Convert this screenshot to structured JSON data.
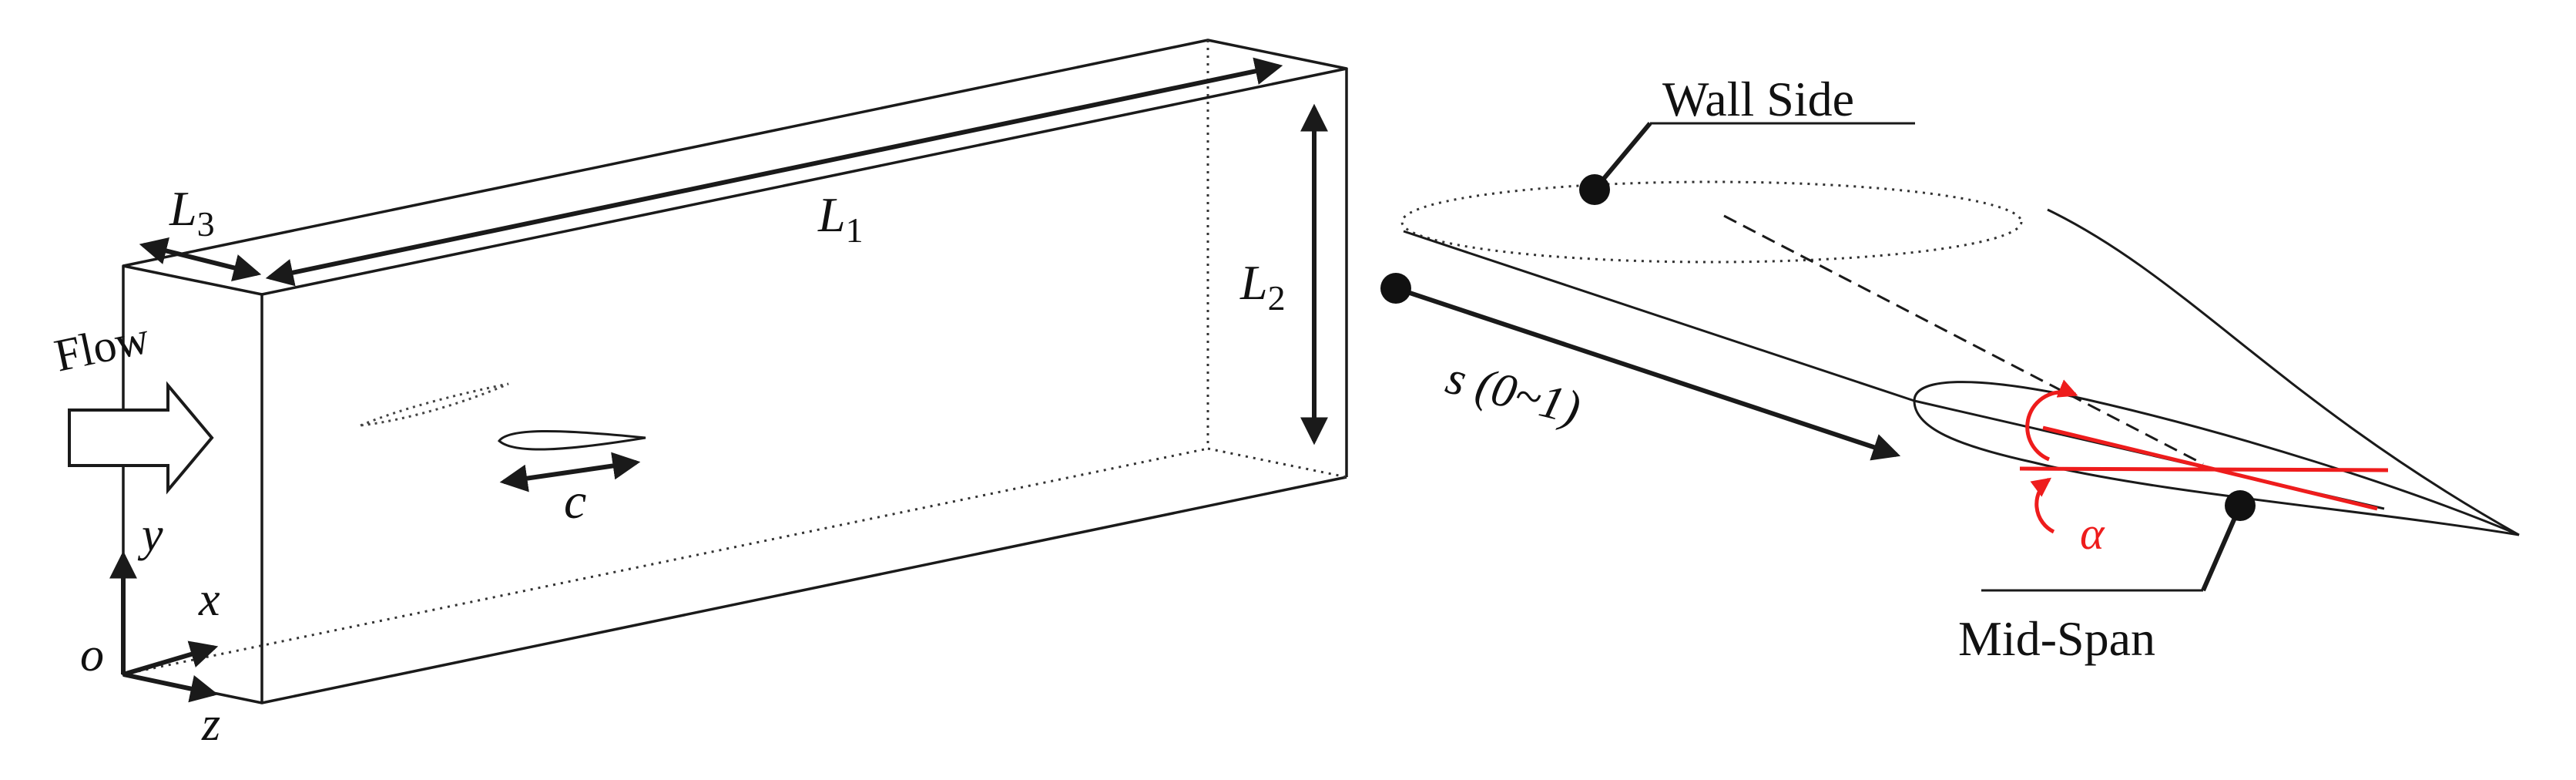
{
  "left_figure": {
    "labels": {
      "length": "L",
      "length_sub": "1",
      "height": "L",
      "height_sub": "2",
      "width": "L",
      "width_sub": "3",
      "flow": "Flow",
      "chord": "c",
      "axis_x": "x",
      "axis_y": "y",
      "axis_z": "z",
      "origin": "o"
    }
  },
  "right_figure": {
    "labels": {
      "wall_side": "Wall Side",
      "mid_span": "Mid-Span",
      "span_coord": "s (0~1)",
      "angle": "α"
    }
  },
  "colors": {
    "line": "#1a1a1a",
    "dotted": "#333333",
    "accent_red": "#ee1c1c",
    "background": "#ffffff"
  }
}
